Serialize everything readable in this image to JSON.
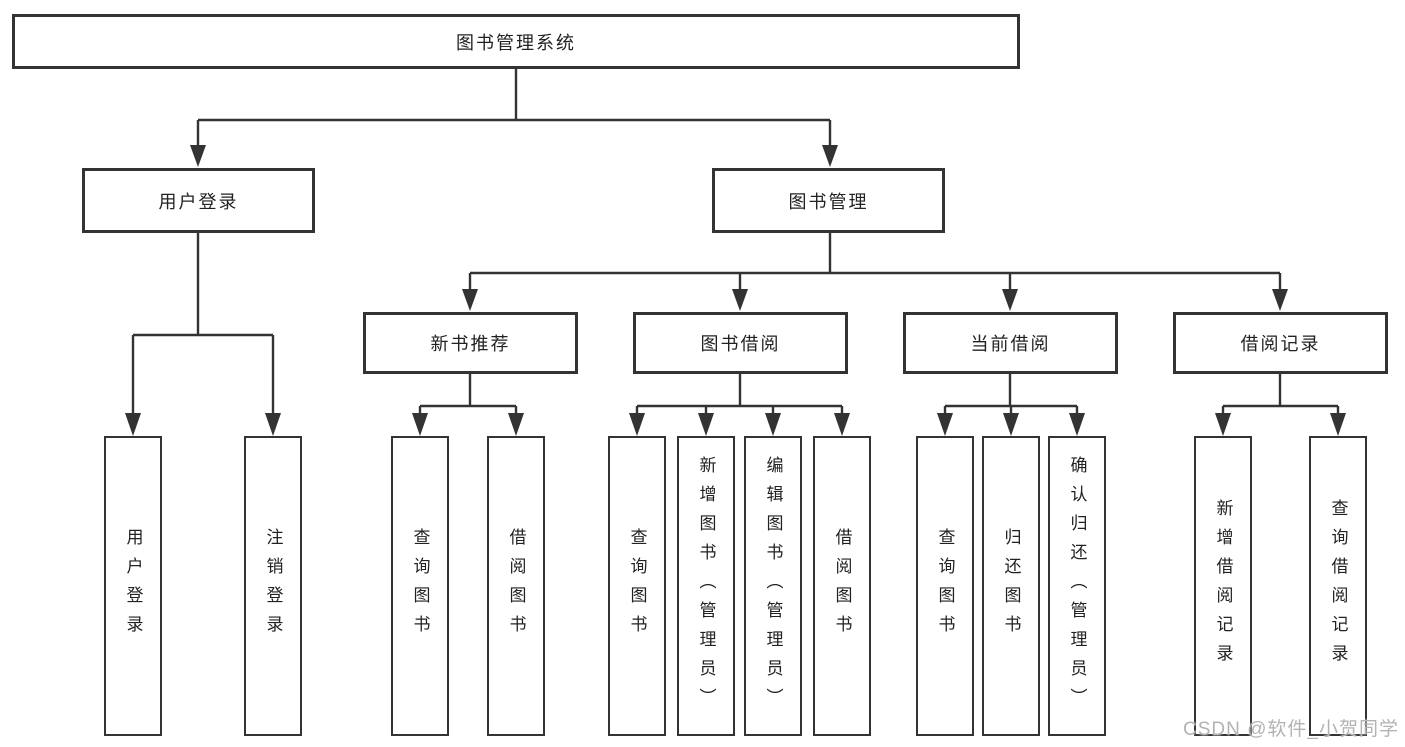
{
  "diagram_type": "tree",
  "tree": {
    "root": {
      "label": "图书管理系统",
      "children": [
        {
          "label": "用户登录",
          "children": [
            {
              "label": "用户登录"
            },
            {
              "label": "注销登录"
            }
          ]
        },
        {
          "label": "图书管理",
          "children": [
            {
              "label": "新书推荐",
              "children": [
                {
                  "label": "查询图书"
                },
                {
                  "label": "借阅图书"
                }
              ]
            },
            {
              "label": "图书借阅",
              "children": [
                {
                  "label": "查询图书"
                },
                {
                  "label": "新增图书（管理员）"
                },
                {
                  "label": "编辑图书（管理员）"
                },
                {
                  "label": "借阅图书"
                }
              ]
            },
            {
              "label": "当前借阅",
              "children": [
                {
                  "label": "查询图书"
                },
                {
                  "label": "归还图书"
                },
                {
                  "label": "确认归还（管理员）"
                }
              ]
            },
            {
              "label": "借阅记录",
              "children": [
                {
                  "label": "新增借阅记录"
                },
                {
                  "label": "查询借阅记录"
                }
              ]
            }
          ]
        }
      ]
    }
  },
  "watermark": {
    "text": "CSDN @软件_小贺同学"
  },
  "colors": {
    "line": "#333333",
    "box_border": "#333333",
    "text": "#222222",
    "background": "#ffffff",
    "watermark": "#b3b3b3"
  }
}
